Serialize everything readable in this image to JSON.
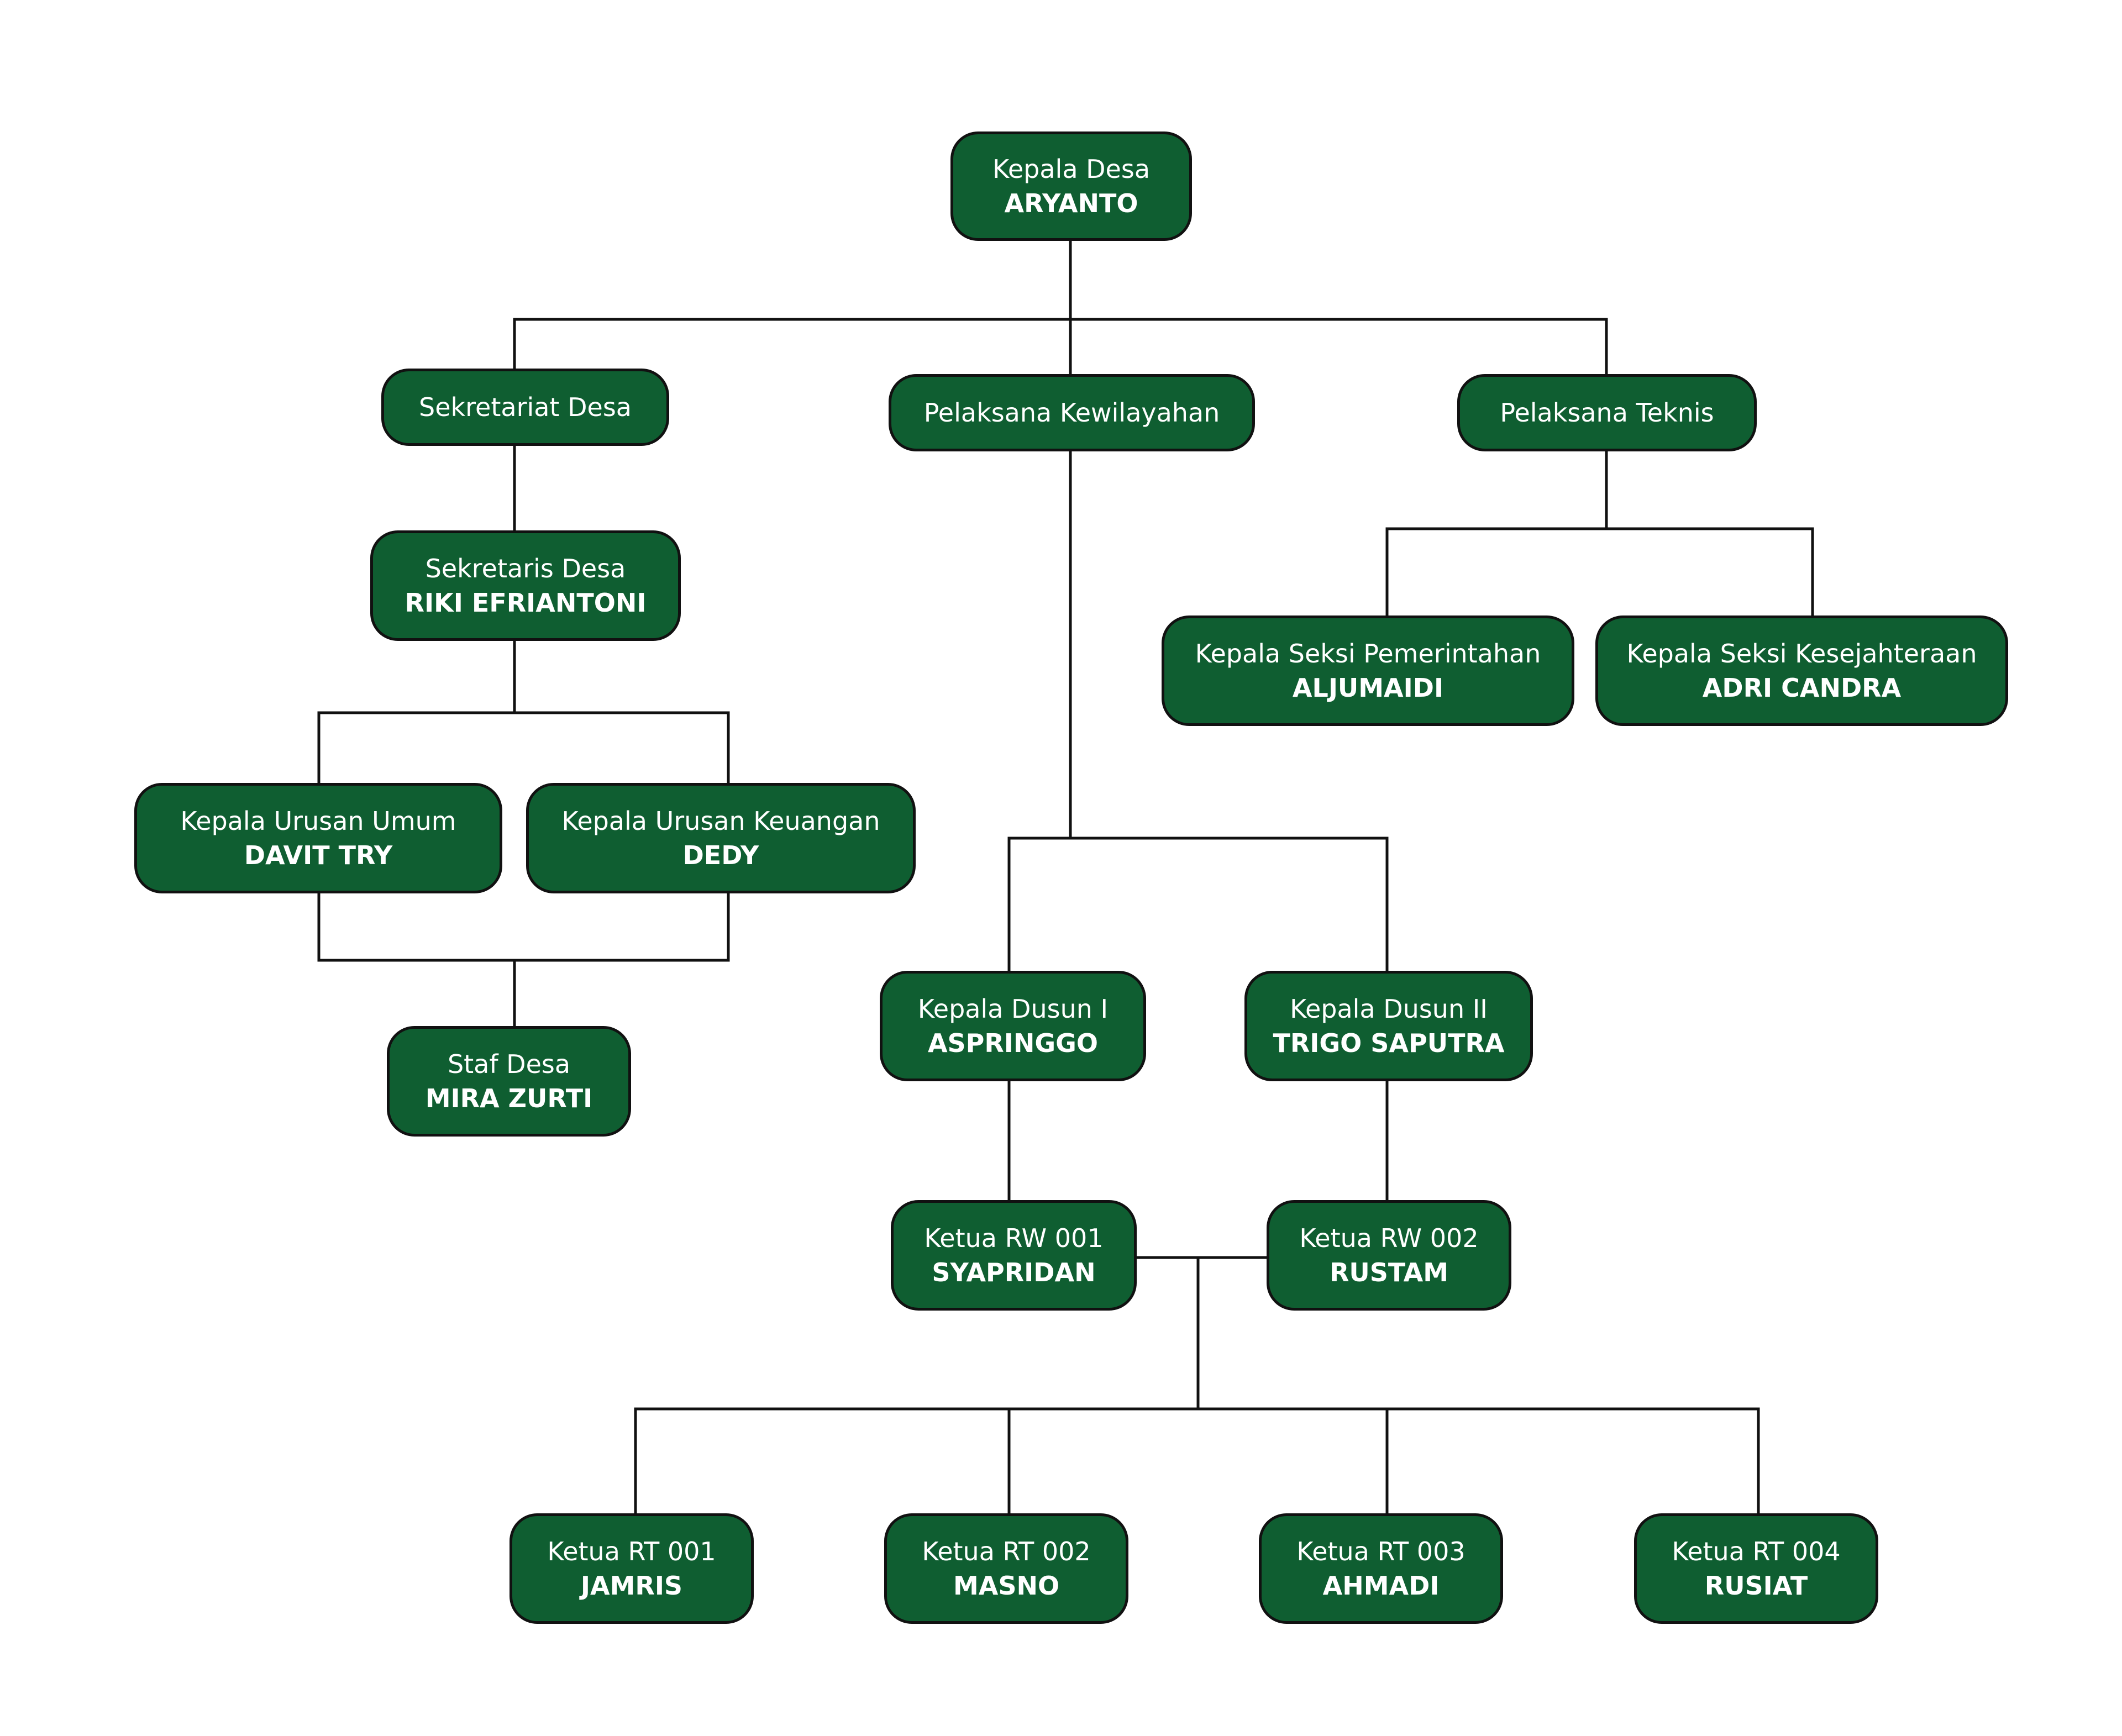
{
  "colors": {
    "node_fill": "#0f5e31",
    "node_border": "#111111",
    "connector": "#111111",
    "text": "#ffffff",
    "background": "#ffffff"
  },
  "nodes": {
    "kepala_desa": {
      "role": "Kepala Desa",
      "name": "ARYANTO"
    },
    "sekretariat_desa": {
      "role": "Sekretariat Desa"
    },
    "pelaksana_kewilayahan": {
      "role": "Pelaksana Kewilayahan"
    },
    "pelaksana_teknis": {
      "role": "Pelaksana Teknis"
    },
    "sekretaris_desa": {
      "role": "Sekretaris Desa",
      "name": "RIKI EFRIANTONI"
    },
    "kasi_pemerintahan": {
      "role": "Kepala Seksi Pemerintahan",
      "name": "ALJUMAIDI"
    },
    "kasi_kesejahteraan": {
      "role": "Kepala Seksi Kesejahteraan",
      "name": "ADRI CANDRA"
    },
    "kaur_umum": {
      "role": "Kepala Urusan Umum",
      "name": "DAVIT TRY"
    },
    "kaur_keuangan": {
      "role": "Kepala Urusan Keuangan",
      "name": "DEDY"
    },
    "staf_desa": {
      "role": "Staf Desa",
      "name": "MIRA ZURTI"
    },
    "kadus_1": {
      "role": "Kepala Dusun I",
      "name": "ASPRINGGO"
    },
    "kadus_2": {
      "role": "Kepala Dusun II",
      "name": "TRIGO SAPUTRA"
    },
    "rw_001": {
      "role": "Ketua RW 001",
      "name": "SYAPRIDAN"
    },
    "rw_002": {
      "role": "Ketua RW 002",
      "name": "RUSTAM"
    },
    "rt_001": {
      "role": "Ketua RT 001",
      "name": "JAMRIS"
    },
    "rt_002": {
      "role": "Ketua RT 002",
      "name": "MASNO"
    },
    "rt_003": {
      "role": "Ketua RT 003",
      "name": "AHMADI"
    },
    "rt_004": {
      "role": "Ketua RT 004",
      "name": "RUSIAT"
    }
  }
}
